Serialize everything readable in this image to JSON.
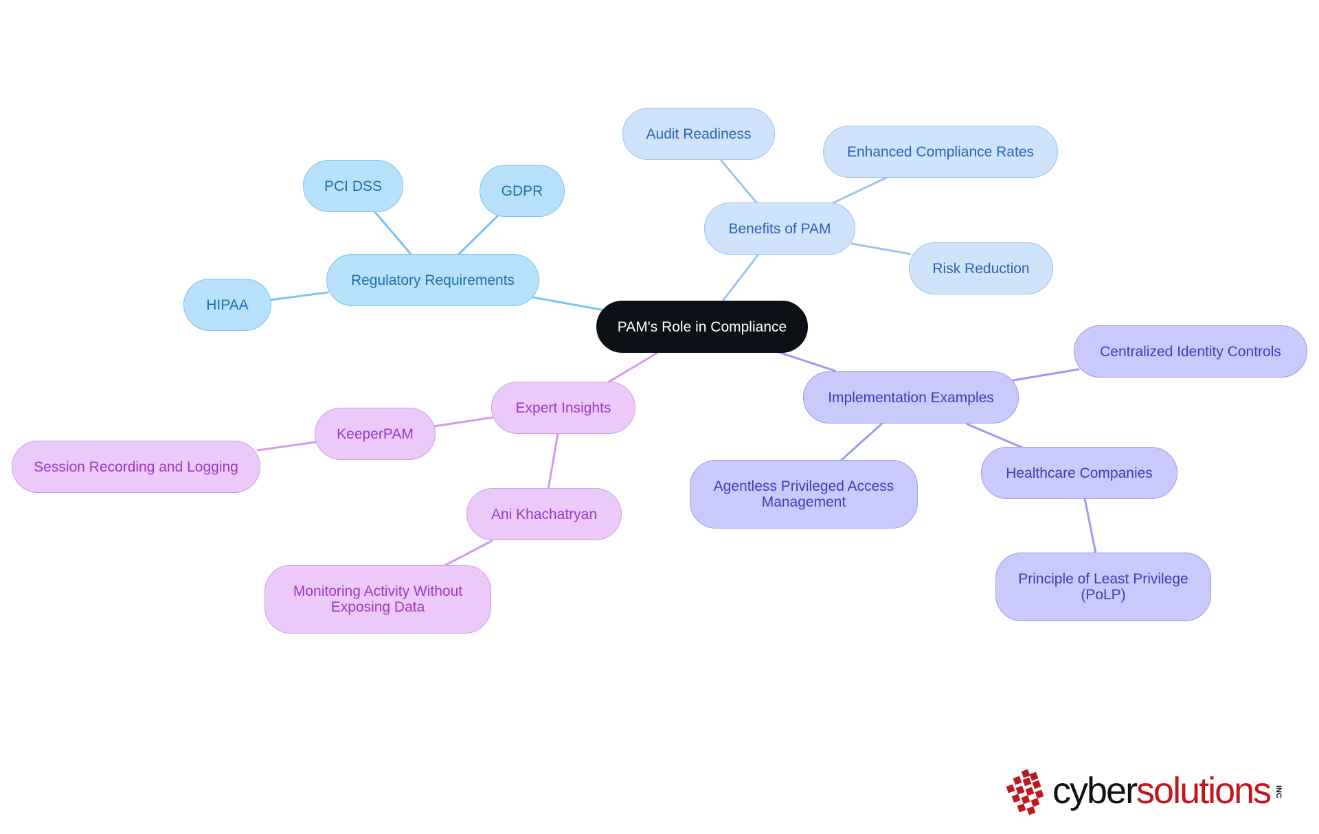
{
  "mindmap": {
    "root": "PAM's Role in Compliance",
    "branches": {
      "regulatory": {
        "label": "Regulatory Requirements",
        "children": [
          "PCI DSS",
          "GDPR",
          "HIPAA"
        ]
      },
      "benefits": {
        "label": "Benefits of PAM",
        "children": [
          "Audit Readiness",
          "Enhanced Compliance Rates",
          "Risk Reduction"
        ]
      },
      "implementation": {
        "label": "Implementation Examples",
        "children": [
          "Centralized Identity Controls",
          "Agentless Privileged Access Management",
          "Healthcare Companies"
        ],
        "grandchildren": [
          "Principle of Least Privilege (PoLP)"
        ]
      },
      "expert": {
        "label": "Expert Insights",
        "children": [
          "KeeperPAM",
          "Ani Khachatryan"
        ],
        "grandchildren": [
          "Session Recording and Logging",
          "Monitoring Activity Without Exposing Data"
        ]
      }
    },
    "colors": {
      "root_fill": "#0d1117",
      "regulatory": "#7cc4ee",
      "benefits": "#9cc4ef",
      "implementation": "#9a9af0",
      "expert": "#d29aef"
    }
  },
  "logo": {
    "word_dark": "cyber",
    "word_red": "solutions",
    "suffix": "INC",
    "colors": {
      "dark": "#111111",
      "red": "#c0161d"
    }
  }
}
